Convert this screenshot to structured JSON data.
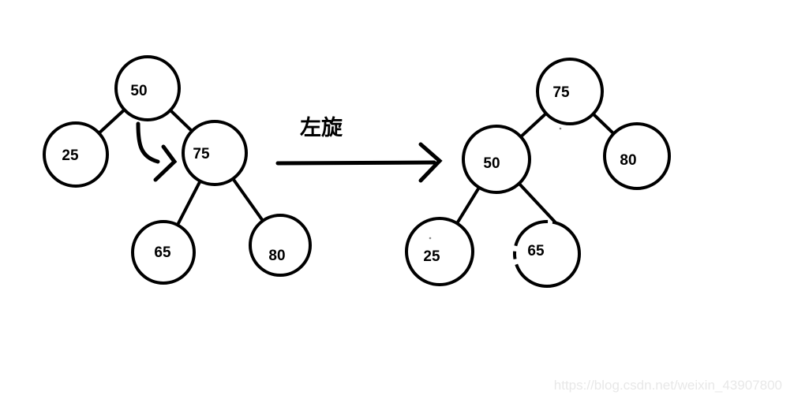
{
  "diagram": {
    "operation_label": "左旋",
    "watermark": "https://blog.csdn.net/weixin_43907800",
    "colors": {
      "ink": "#000000",
      "background": "#ffffff",
      "watermark": "#e8e8e8"
    },
    "before": {
      "nodes": [
        {
          "label": "50"
        },
        {
          "label": "25"
        },
        {
          "label": "75"
        },
        {
          "label": "65"
        },
        {
          "label": "80"
        }
      ],
      "edges": [
        [
          "50",
          "25"
        ],
        [
          "50",
          "75"
        ],
        [
          "75",
          "65"
        ],
        [
          "75",
          "80"
        ]
      ]
    },
    "after": {
      "nodes": [
        {
          "label": "75"
        },
        {
          "label": "50"
        },
        {
          "label": "80"
        },
        {
          "label": "25"
        },
        {
          "label": "65"
        }
      ],
      "edges": [
        [
          "75",
          "50"
        ],
        [
          "75",
          "80"
        ],
        [
          "50",
          "25"
        ],
        [
          "50",
          "65"
        ]
      ]
    }
  }
}
